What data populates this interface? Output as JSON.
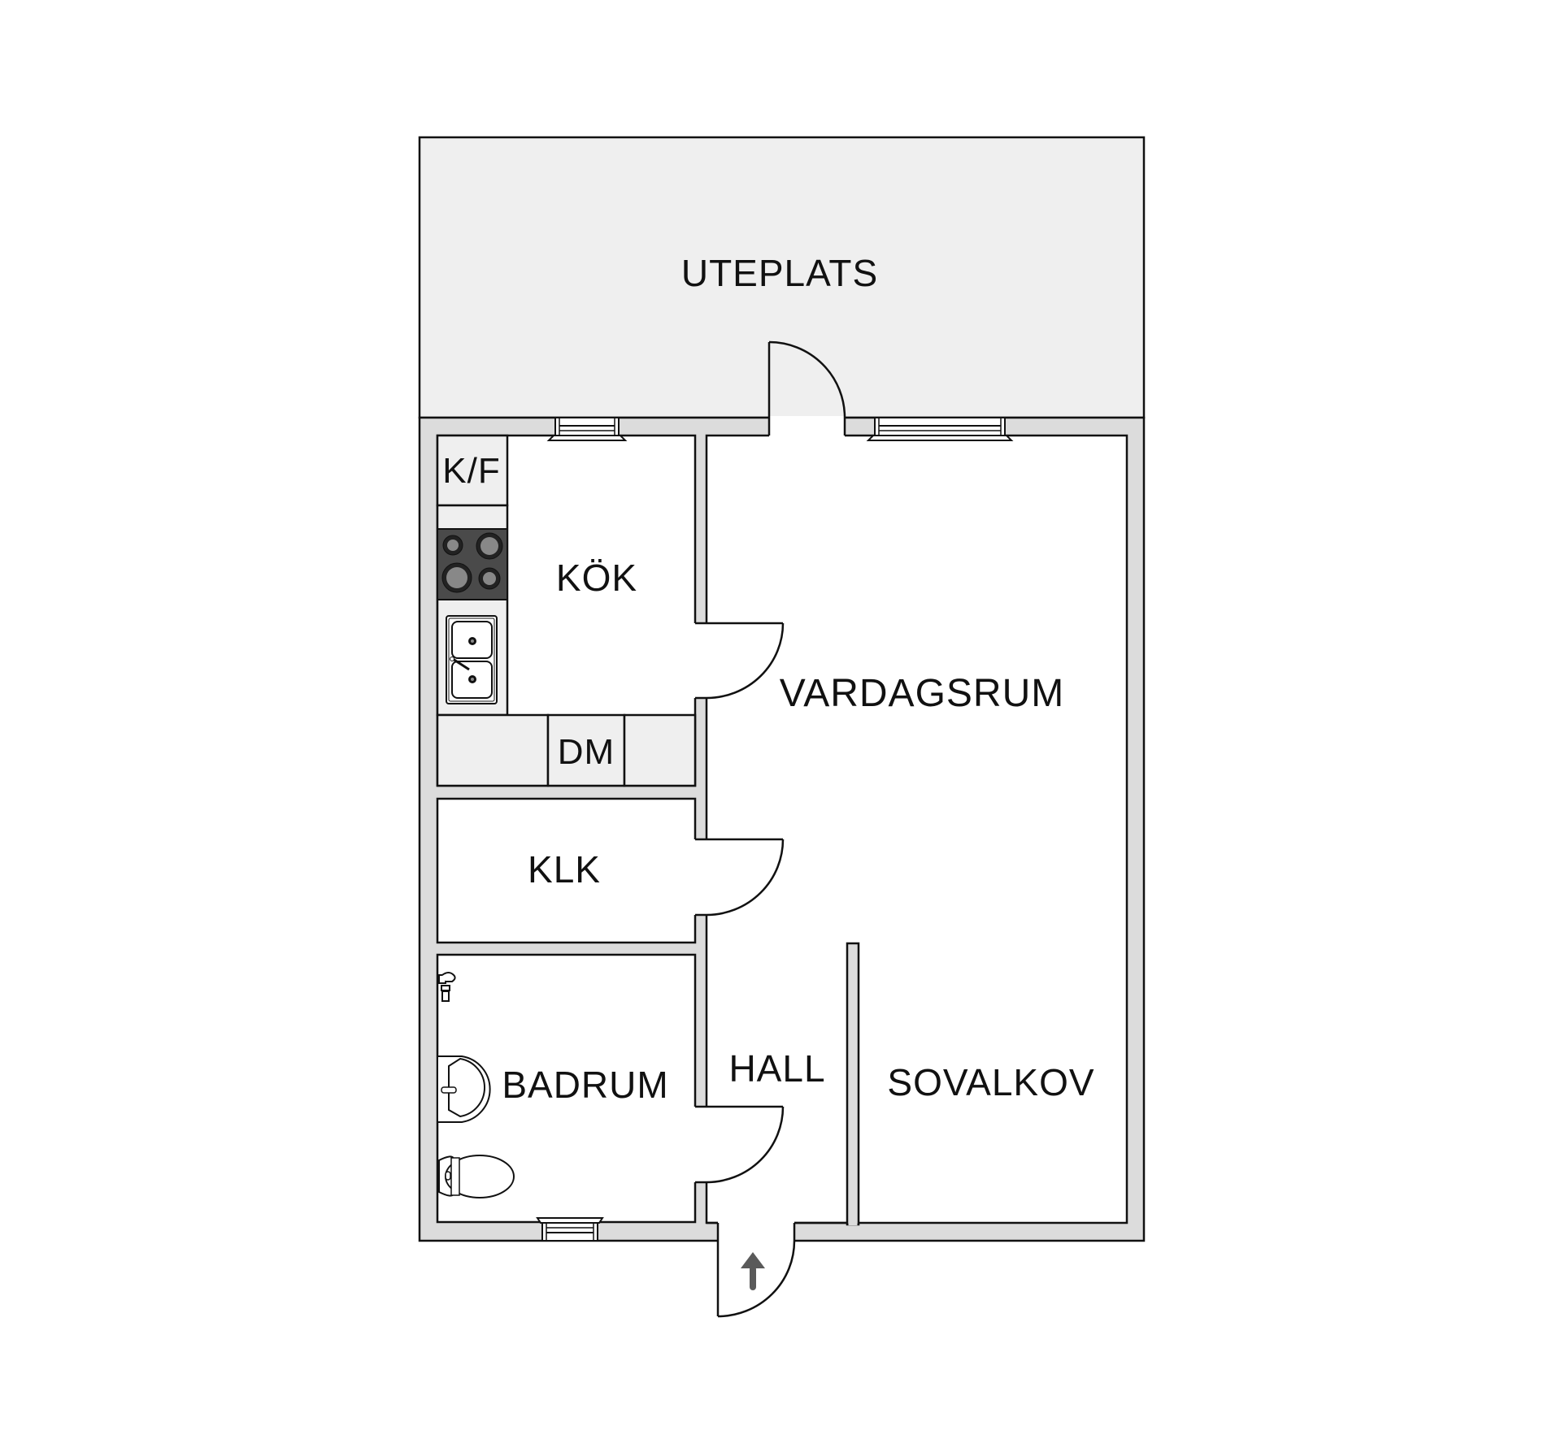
{
  "plan": {
    "colors": {
      "wall": "#dcdcdc",
      "patio": "#efefef",
      "counter": "#efefef",
      "stove": "#4a4a4a",
      "burner": "#888888",
      "line": "#111111",
      "arrow": "#5a5a5a",
      "background": "#ffffff"
    },
    "rooms": {
      "uteplats": "UTEPLATS",
      "kok": "KÖK",
      "kf": "K/F",
      "dm": "DM",
      "vardagsrum": "VARDAGSRUM",
      "klk": "KLK",
      "hall": "HALL",
      "badrum": "BADRUM",
      "sovalkov": "SOVALKOV"
    },
    "icons": {
      "entrance": "entrance-arrow-icon",
      "stove": "stove-icon",
      "sink": "kitchen-sink-icon",
      "washbasin": "washbasin-icon",
      "toilet": "toilet-icon",
      "shower": "shower-mixer-icon"
    }
  }
}
